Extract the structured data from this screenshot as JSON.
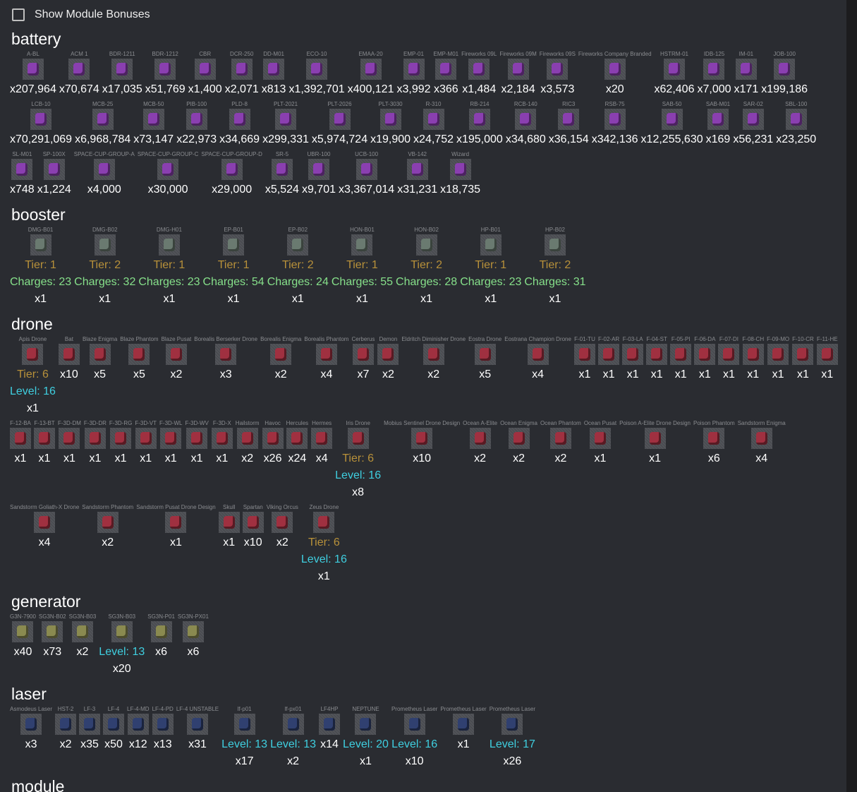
{
  "toggle": {
    "label": "Show Module Bonuses",
    "checked": false
  },
  "sections": [
    {
      "title": "battery",
      "color": "#8a3fb0",
      "items": [
        {
          "name": "A-BL",
          "count": "x207,964"
        },
        {
          "name": "ACM 1",
          "count": "x70,674"
        },
        {
          "name": "BDR-1211",
          "count": "x17,035"
        },
        {
          "name": "BDR-1212",
          "count": "x51,769"
        },
        {
          "name": "CBR",
          "count": "x1,400"
        },
        {
          "name": "DCR-250",
          "count": "x2,071"
        },
        {
          "name": "DD-M01",
          "count": "x813"
        },
        {
          "name": "ECO-10",
          "count": "x1,392,701"
        },
        {
          "name": "EMAA-20",
          "count": "x400,121"
        },
        {
          "name": "EMP-01",
          "count": "x3,992"
        },
        {
          "name": "EMP-M01",
          "count": "x366"
        },
        {
          "name": "Fireworks 09L",
          "count": "x1,484"
        },
        {
          "name": "Fireworks 09M",
          "count": "x2,184"
        },
        {
          "name": "Fireworks 09S",
          "count": "x3,573"
        },
        {
          "name": "Fireworks Company Branded",
          "count": "x20"
        },
        {
          "name": "HSTRM-01",
          "count": "x62,406"
        },
        {
          "name": "IDB-125",
          "count": "x7,000"
        },
        {
          "name": "IM-01",
          "count": "x171"
        },
        {
          "name": "JOB-100",
          "count": "x199,186"
        },
        {
          "name": "LCB-10",
          "count": "x70,291,069"
        },
        {
          "name": "MCB-25",
          "count": "x6,968,784"
        },
        {
          "name": "MCB-50",
          "count": "x73,147"
        },
        {
          "name": "PIB-100",
          "count": "x22,973"
        },
        {
          "name": "PLD-8",
          "count": "x34,669"
        },
        {
          "name": "PLT-2021",
          "count": "x299,331"
        },
        {
          "name": "PLT-2026",
          "count": "x5,974,724"
        },
        {
          "name": "PLT-3030",
          "count": "x19,900"
        },
        {
          "name": "R-310",
          "count": "x24,752"
        },
        {
          "name": "RB-214",
          "count": "x195,000"
        },
        {
          "name": "RCB-140",
          "count": "x34,680"
        },
        {
          "name": "RIC3",
          "count": "x36,154"
        },
        {
          "name": "RSB-75",
          "count": "x342,136"
        },
        {
          "name": "SAB-50",
          "count": "x12,255,630"
        },
        {
          "name": "SAB-M01",
          "count": "x169"
        },
        {
          "name": "SAR-02",
          "count": "x56,231"
        },
        {
          "name": "SBL-100",
          "count": "x23,250"
        },
        {
          "name": "SL-M01",
          "count": "x748"
        },
        {
          "name": "SP-100X",
          "count": "x1,224"
        },
        {
          "name": "SPACE-CUP-GROUP-A",
          "count": "x4,000"
        },
        {
          "name": "SPACE-CUP-GROUP-C",
          "count": "x30,000"
        },
        {
          "name": "SPACE-CUP-GROUP-D",
          "count": "x29,000"
        },
        {
          "name": "SR-5",
          "count": "x5,524"
        },
        {
          "name": "UBR-100",
          "count": "x9,701"
        },
        {
          "name": "UCB-100",
          "count": "x3,367,014"
        },
        {
          "name": "VB-142",
          "count": "x31,231"
        },
        {
          "name": "Wizard",
          "count": "x18,735"
        }
      ]
    },
    {
      "title": "booster",
      "color": "#6a7a70",
      "items": [
        {
          "name": "DMG-B01",
          "tier": "Tier: 1",
          "charges": "Charges: 23",
          "count": "x1"
        },
        {
          "name": "DMG-B02",
          "tier": "Tier: 2",
          "charges": "Charges: 32",
          "count": "x1"
        },
        {
          "name": "DMG-H01",
          "tier": "Tier: 1",
          "charges": "Charges: 23",
          "count": "x1"
        },
        {
          "name": "EP-B01",
          "tier": "Tier: 1",
          "charges": "Charges: 54",
          "count": "x1"
        },
        {
          "name": "EP-B02",
          "tier": "Tier: 2",
          "charges": "Charges: 24",
          "count": "x1"
        },
        {
          "name": "HON-B01",
          "tier": "Tier: 1",
          "charges": "Charges: 55",
          "count": "x1"
        },
        {
          "name": "HON-B02",
          "tier": "Tier: 2",
          "charges": "Charges: 28",
          "count": "x1"
        },
        {
          "name": "HP-B01",
          "tier": "Tier: 1",
          "charges": "Charges: 23",
          "count": "x1"
        },
        {
          "name": "HP-B02",
          "tier": "Tier: 2",
          "charges": "Charges: 31",
          "count": "x1"
        }
      ]
    },
    {
      "title": "drone",
      "color": "#a03040",
      "items": [
        {
          "name": "Apis Drone",
          "tier": "Tier: 6",
          "level": "Level: 16",
          "count": "x1"
        },
        {
          "name": "Bat",
          "count": "x10"
        },
        {
          "name": "Blaze Enigma",
          "count": "x5"
        },
        {
          "name": "Blaze Phantom",
          "count": "x5"
        },
        {
          "name": "Blaze Pusat",
          "count": "x2"
        },
        {
          "name": "Borealis Berserker Drone",
          "count": "x3"
        },
        {
          "name": "Borealis Enigma",
          "count": "x2"
        },
        {
          "name": "Borealis Phantom",
          "count": "x4"
        },
        {
          "name": "Cerberus",
          "count": "x7"
        },
        {
          "name": "Demon",
          "count": "x2"
        },
        {
          "name": "Eldritch Diminisher Drone",
          "count": "x2"
        },
        {
          "name": "Eostra Drone",
          "count": "x5"
        },
        {
          "name": "Eostrana Champion Drone",
          "count": "x4"
        },
        {
          "name": "F-01-TU",
          "count": "x1"
        },
        {
          "name": "F-02-AR",
          "count": "x1"
        },
        {
          "name": "F-03-LA",
          "count": "x1"
        },
        {
          "name": "F-04-ST",
          "count": "x1"
        },
        {
          "name": "F-05-PI",
          "count": "x1"
        },
        {
          "name": "F-06-DA",
          "count": "x1"
        },
        {
          "name": "F-07-DI",
          "count": "x1"
        },
        {
          "name": "F-08-CH",
          "count": "x1"
        },
        {
          "name": "F-09-MO",
          "count": "x1"
        },
        {
          "name": "F-10-CR",
          "count": "x1"
        },
        {
          "name": "F-11-HE",
          "count": "x1"
        },
        {
          "name": "F-12-BA",
          "count": "x1"
        },
        {
          "name": "F-13-BT",
          "count": "x1"
        },
        {
          "name": "F-3D-DM",
          "count": "x1"
        },
        {
          "name": "F-3D-DR",
          "count": "x1"
        },
        {
          "name": "F-3D-RG",
          "count": "x1"
        },
        {
          "name": "F-3D-VT",
          "count": "x1"
        },
        {
          "name": "F-3D-WL",
          "count": "x1"
        },
        {
          "name": "F-3D-WV",
          "count": "x1"
        },
        {
          "name": "F-3D-X",
          "count": "x1"
        },
        {
          "name": "Hailstorm",
          "count": "x2"
        },
        {
          "name": "Havoc",
          "count": "x26"
        },
        {
          "name": "Hercules",
          "count": "x24"
        },
        {
          "name": "Hermes",
          "count": "x4"
        },
        {
          "name": "Iris Drone",
          "tier": "Tier: 6",
          "level": "Level: 16",
          "count": "x8"
        },
        {
          "name": "Mobius Sentinel Drone Design",
          "count": "x10"
        },
        {
          "name": "Ocean A-Elite",
          "count": "x2"
        },
        {
          "name": "Ocean Enigma",
          "count": "x2"
        },
        {
          "name": "Ocean Phantom",
          "count": "x2"
        },
        {
          "name": "Ocean Pusat",
          "count": "x1"
        },
        {
          "name": "Poison A-Elite Drone Design",
          "count": "x1"
        },
        {
          "name": "Poison Phantom",
          "count": "x6"
        },
        {
          "name": "Sandstorm Enigma",
          "count": "x4"
        },
        {
          "name": "Sandstorm Goliath-X Drone",
          "count": "x4"
        },
        {
          "name": "Sandstorm Phantom",
          "count": "x2"
        },
        {
          "name": "Sandstorm Pusat Drone Design",
          "count": "x1"
        },
        {
          "name": "Skull",
          "count": "x1"
        },
        {
          "name": "Spartan",
          "count": "x10"
        },
        {
          "name": "Viking Orcus",
          "count": "x2"
        },
        {
          "name": "Zeus Drone",
          "tier": "Tier: 6",
          "level": "Level: 16",
          "count": "x1"
        }
      ]
    },
    {
      "title": "generator",
      "color": "#8a8a50",
      "items": [
        {
          "name": "G3N-7900",
          "count": "x40"
        },
        {
          "name": "SG3N-B02",
          "count": "x73"
        },
        {
          "name": "SG3N-B03",
          "count": "x2"
        },
        {
          "name": "SG3N-B03",
          "level": "Level: 13",
          "count": "x20"
        },
        {
          "name": "SG3N-P01",
          "count": "x6"
        },
        {
          "name": "SG3N-PX01",
          "count": "x6"
        }
      ]
    },
    {
      "title": "laser",
      "color": "#304070",
      "items": [
        {
          "name": "Asmodeus Laser",
          "count": "x3"
        },
        {
          "name": "HST-2",
          "count": "x2"
        },
        {
          "name": "LF-3",
          "count": "x35"
        },
        {
          "name": "LF-4",
          "count": "x50"
        },
        {
          "name": "LF-4-MD",
          "count": "x12"
        },
        {
          "name": "LF-4-PD",
          "count": "x13"
        },
        {
          "name": "LF-4 UNSTABLE",
          "count": "x31"
        },
        {
          "name": "lf-p01",
          "level": "Level: 13",
          "count": "x17"
        },
        {
          "name": "lf-px01",
          "level": "Level: 13",
          "count": "x2"
        },
        {
          "name": "LF4HP",
          "count": "x14"
        },
        {
          "name": "NEPTUNE",
          "level": "Level: 20",
          "count": "x1"
        },
        {
          "name": "Prometheus Laser",
          "level": "Level: 16",
          "count": "x10"
        },
        {
          "name": "Prometheus Laser",
          "count": "x1"
        },
        {
          "name": "Prometheus Laser",
          "level": "Level: 17",
          "count": "x26"
        }
      ]
    },
    {
      "title": "module",
      "color": "#555",
      "items": []
    }
  ]
}
